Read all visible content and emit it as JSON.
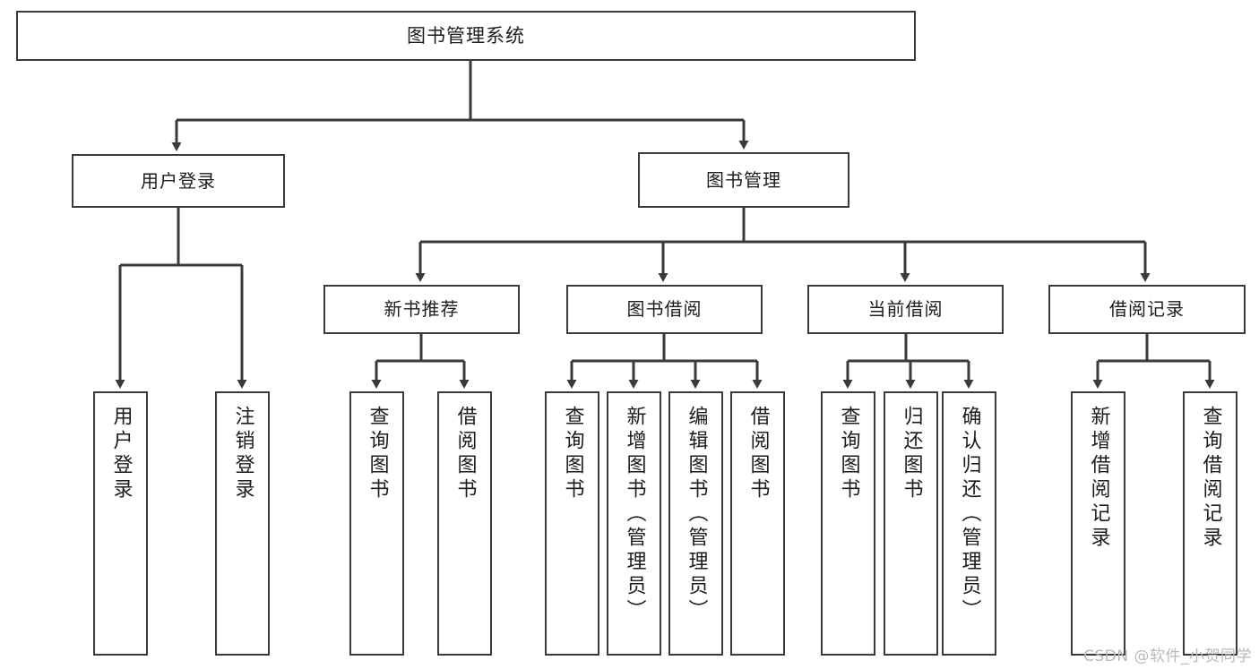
{
  "diagram": {
    "type": "tree",
    "title": "图书管理系统",
    "root": {
      "label": "图书管理系统"
    },
    "level1": [
      {
        "label": "用户登录"
      },
      {
        "label": "图书管理"
      }
    ],
    "level2": [
      {
        "label": "新书推荐"
      },
      {
        "label": "图书借阅"
      },
      {
        "label": "当前借阅"
      },
      {
        "label": "借阅记录"
      }
    ],
    "leaves": [
      {
        "label": "用户登录",
        "parent": "用户登录"
      },
      {
        "label": "注销登录",
        "parent": "用户登录"
      },
      {
        "label": "查询图书",
        "parent": "新书推荐"
      },
      {
        "label": "借阅图书",
        "parent": "新书推荐"
      },
      {
        "label": "查询图书",
        "parent": "图书借阅"
      },
      {
        "label": "新增图书（管理员）",
        "parent": "图书借阅"
      },
      {
        "label": "编辑图书（管理员）",
        "parent": "图书借阅"
      },
      {
        "label": "借阅图书",
        "parent": "图书借阅"
      },
      {
        "label": "查询图书",
        "parent": "当前借阅"
      },
      {
        "label": "归还图书",
        "parent": "当前借阅"
      },
      {
        "label": "确认归还（管理员）",
        "parent": "当前借阅"
      },
      {
        "label": "新增借阅记录",
        "parent": "借阅记录"
      },
      {
        "label": "查询借阅记录",
        "parent": "借阅记录"
      }
    ],
    "colors": {
      "stroke": "#3a3a3a",
      "fill": "#ffffff",
      "text": "#1c1c1c",
      "watermark": "#b9b9b9"
    }
  },
  "watermark": {
    "text": "CSDN @软件_小贺同学"
  }
}
